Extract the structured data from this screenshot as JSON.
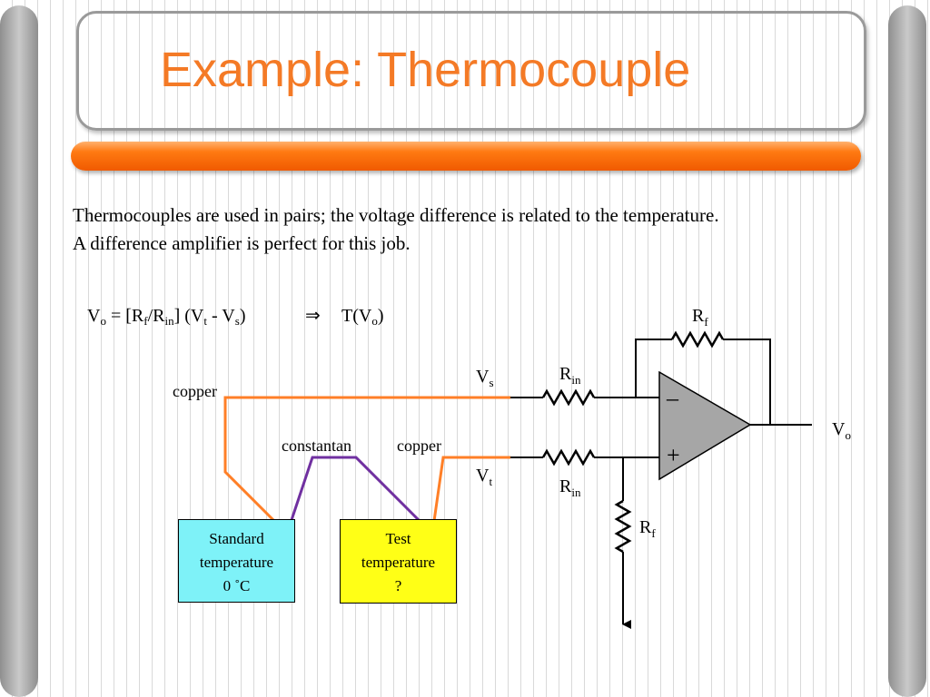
{
  "title": "Example: Thermocouple",
  "intro": {
    "line1": "Thermocouples are used in pairs; the voltage difference is related to the temperature.",
    "line2": "A difference amplifier is perfect for this job."
  },
  "equation": {
    "vo": "V",
    "vo_sub": "o",
    "eq": " = [R",
    "rf_sub": "f",
    "slash": "/R",
    "rin_sub": "in",
    "paren": "] (V",
    "vt_sub": "t",
    "minus": " - V",
    "vs_sub": "s",
    "close": ")",
    "implies": "⇒",
    "tvo": "T(V",
    "tvo_sub": "o",
    "tvo_close": ")"
  },
  "labels": {
    "copper_left": "copper",
    "constantan": "constantan",
    "copper_right": "copper",
    "vs": "V",
    "vs_sub": "s",
    "vt": "V",
    "vt_sub": "t",
    "rin_top": "R",
    "rin_top_sub": "in",
    "rin_bottom": "R",
    "rin_bottom_sub": "in",
    "rf_top": "R",
    "rf_top_sub": "f",
    "rf_ground": "R",
    "rf_ground_sub": "f",
    "vo": "V",
    "vo_sub": "o",
    "minus_input": "–",
    "plus_input": "+"
  },
  "boxes": {
    "standard": {
      "line1": "Standard",
      "line2": "temperature",
      "line3": "0 ˚C"
    },
    "test": {
      "line1": "Test",
      "line2": "temperature",
      "line3": "?"
    }
  },
  "colors": {
    "title": "#f47a26",
    "copper_wire": "#ff7f27",
    "constantan_wire": "#7030a0",
    "standard_box": "#7ef2f8",
    "test_box": "#ffff16",
    "opamp_fill": "#a6a6a6"
  }
}
